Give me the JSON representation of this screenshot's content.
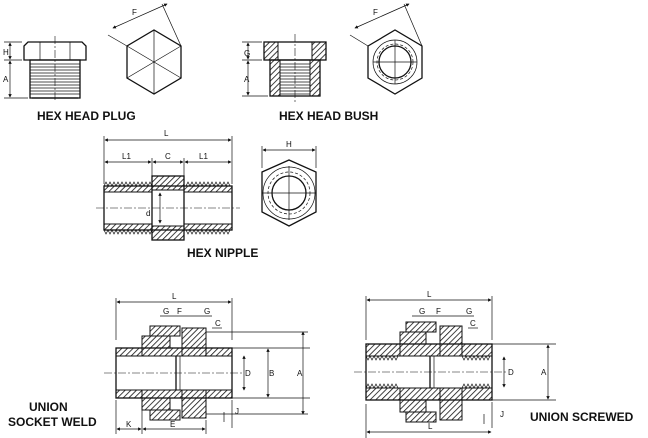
{
  "captions": {
    "hex_head_plug": "HEX HEAD PLUG",
    "hex_head_bush": "HEX HEAD BUSH",
    "hex_nipple": "HEX NIPPLE",
    "union_socket_weld_line1": "UNION",
    "union_socket_weld_line2": "SOCKET WELD",
    "union_screwed": "UNION SCREWED"
  },
  "dims": {
    "H": "H",
    "A": "A",
    "F": "F",
    "G": "G",
    "L": "L",
    "L1": "L1",
    "C": "C",
    "d": "d",
    "D": "D",
    "B": "B",
    "J": "J",
    "K": "K",
    "E": "E"
  }
}
